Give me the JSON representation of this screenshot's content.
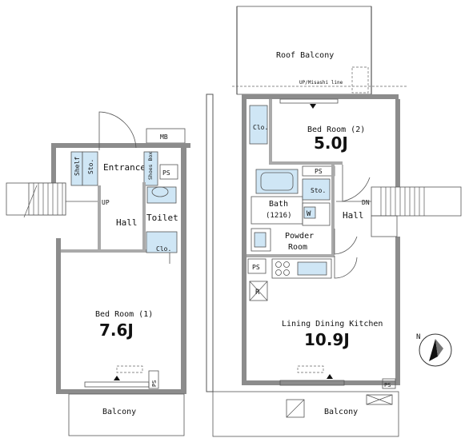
{
  "plan": {
    "lower_floor": {
      "labels": {
        "mb": "MB",
        "shelf": "Shelf",
        "storage": "Sto.",
        "entrance": "Entrance",
        "shoes_box": "Shoes Box",
        "ps_entry": "PS",
        "up": "UP",
        "hall": "Hall",
        "toilet": "Toilet",
        "closet": "Clo.",
        "ps_bottom": "PS",
        "balcony": "Balcony"
      },
      "bedroom": {
        "name": "Bed Room (1)",
        "size": "7.6J"
      }
    },
    "upper_floor": {
      "labels": {
        "roof_balcony": "Roof Balcony",
        "misashi_line": "UP/Misashi line",
        "closet": "Clo.",
        "ps_top": "PS",
        "bath": "Bath",
        "bath_size": "(1216)",
        "storage": "Sto.",
        "washer": "W",
        "dn": "DN",
        "hall": "Hall",
        "powder_room_1": "Powder",
        "powder_room_2": "Room",
        "ps_kitchen": "PS",
        "refrigerator": "R",
        "ps_corner": "PS",
        "balcony": "Balcony"
      },
      "bedroom": {
        "name": "Bed Room (2)",
        "size": "5.0J"
      },
      "ldk": {
        "name": "Lining Dining Kitchen",
        "size": "10.9J"
      }
    },
    "north_label": "N"
  }
}
